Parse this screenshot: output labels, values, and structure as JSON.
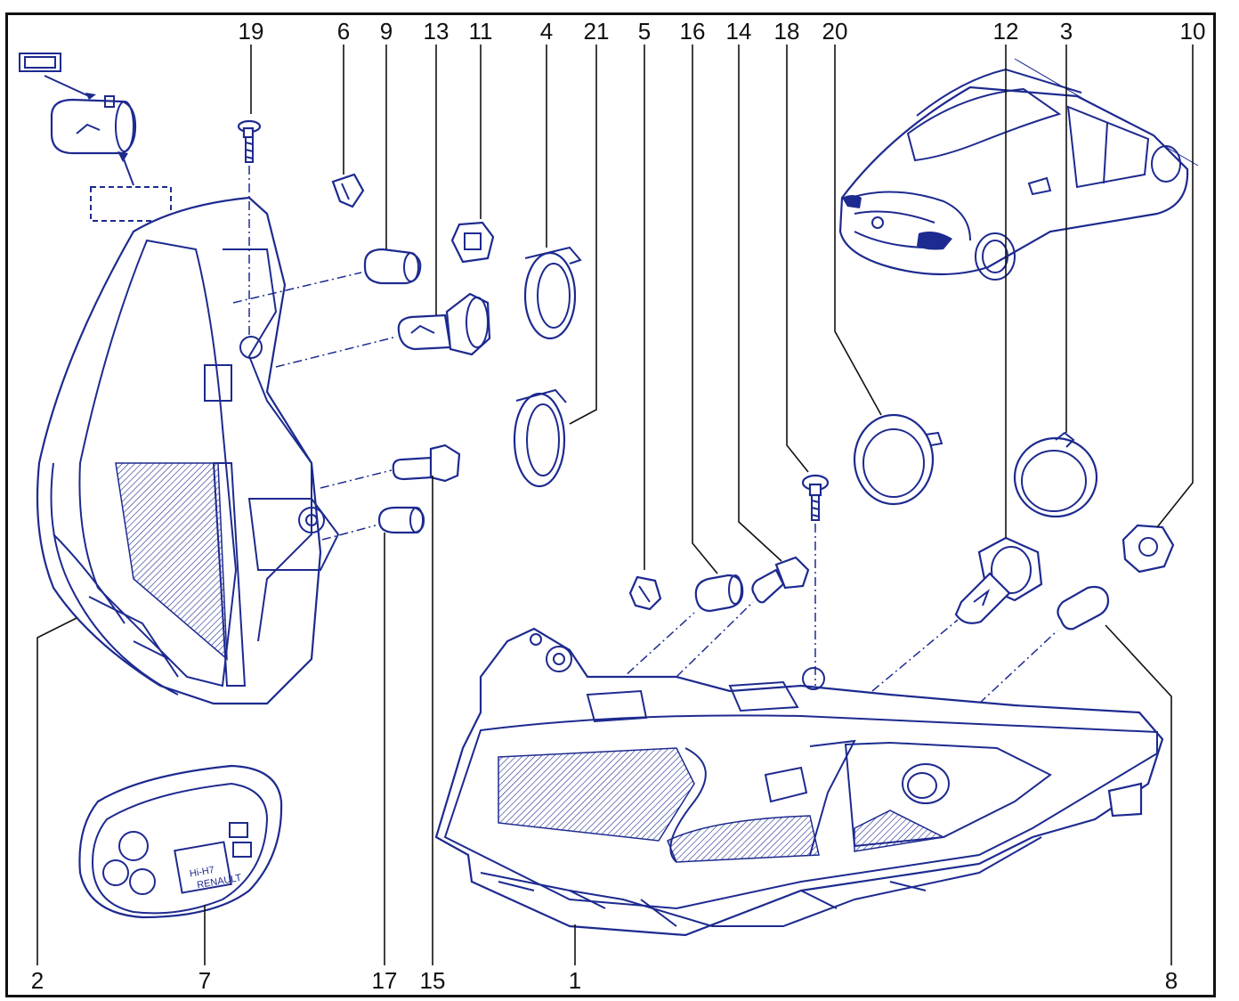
{
  "diagram": {
    "callouts_top": [
      {
        "id": "19",
        "label": "19"
      },
      {
        "id": "6",
        "label": "6"
      },
      {
        "id": "9",
        "label": "9"
      },
      {
        "id": "13",
        "label": "13"
      },
      {
        "id": "11",
        "label": "11"
      },
      {
        "id": "4",
        "label": "4"
      },
      {
        "id": "21",
        "label": "21"
      },
      {
        "id": "5",
        "label": "5"
      },
      {
        "id": "16",
        "label": "16"
      },
      {
        "id": "14",
        "label": "14"
      },
      {
        "id": "18",
        "label": "18"
      },
      {
        "id": "20",
        "label": "20"
      },
      {
        "id": "12",
        "label": "12"
      },
      {
        "id": "3",
        "label": "3"
      },
      {
        "id": "10",
        "label": "10"
      }
    ],
    "callouts_bottom": [
      {
        "id": "2",
        "label": "2"
      },
      {
        "id": "7",
        "label": "7"
      },
      {
        "id": "17",
        "label": "17"
      },
      {
        "id": "15",
        "label": "15"
      },
      {
        "id": "1",
        "label": "1"
      },
      {
        "id": "8",
        "label": "8"
      }
    ],
    "bulb_box_text": "Hi-H7",
    "bulb_box_brand": "RENAULT",
    "line_color": "#1d2a8f",
    "label_color": "#111111"
  }
}
